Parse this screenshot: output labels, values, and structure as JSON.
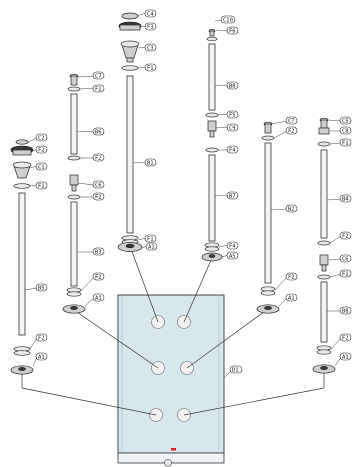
{
  "colors": {
    "tank_fill": "#d6e8ee",
    "accent_red": "#e02020"
  },
  "labels": {
    "c10": "C10",
    "f6": "F6",
    "b8": "B8",
    "f5a": "F5",
    "c9": "C9",
    "f4a": "F4",
    "b7": "B7",
    "f4b": "F4",
    "a5": "A5",
    "c4": "C4",
    "f3": "F3",
    "c3": "C3",
    "f1_top": "F1",
    "b1": "B1",
    "f1_bot": "F1",
    "a1_c": "A1",
    "c7": "C7",
    "f2_a": "F2",
    "b6": "B6",
    "f2_b": "F2",
    "c6": "C6",
    "f2_c": "F2",
    "b3": "B3",
    "f2_d": "F2",
    "a1_b": "A1",
    "c2": "C2",
    "f2_e": "F2",
    "c1": "C1",
    "f1_l": "F1",
    "b5": "B5",
    "f2_f": "F2",
    "a1_a": "A1",
    "c7r": "C7",
    "f2_r": "F2",
    "b2": "B2",
    "f2_r2": "F2",
    "a1_r": "A1",
    "c5": "C5",
    "c8": "C8",
    "f1_rr": "F1",
    "b4": "B4",
    "f2_rr": "F2",
    "c6_rr": "C6",
    "f1_rr2": "F1",
    "b8_rr": "B8",
    "f2_rr2": "F2",
    "a1_rr": "A1",
    "d1": "D1"
  }
}
